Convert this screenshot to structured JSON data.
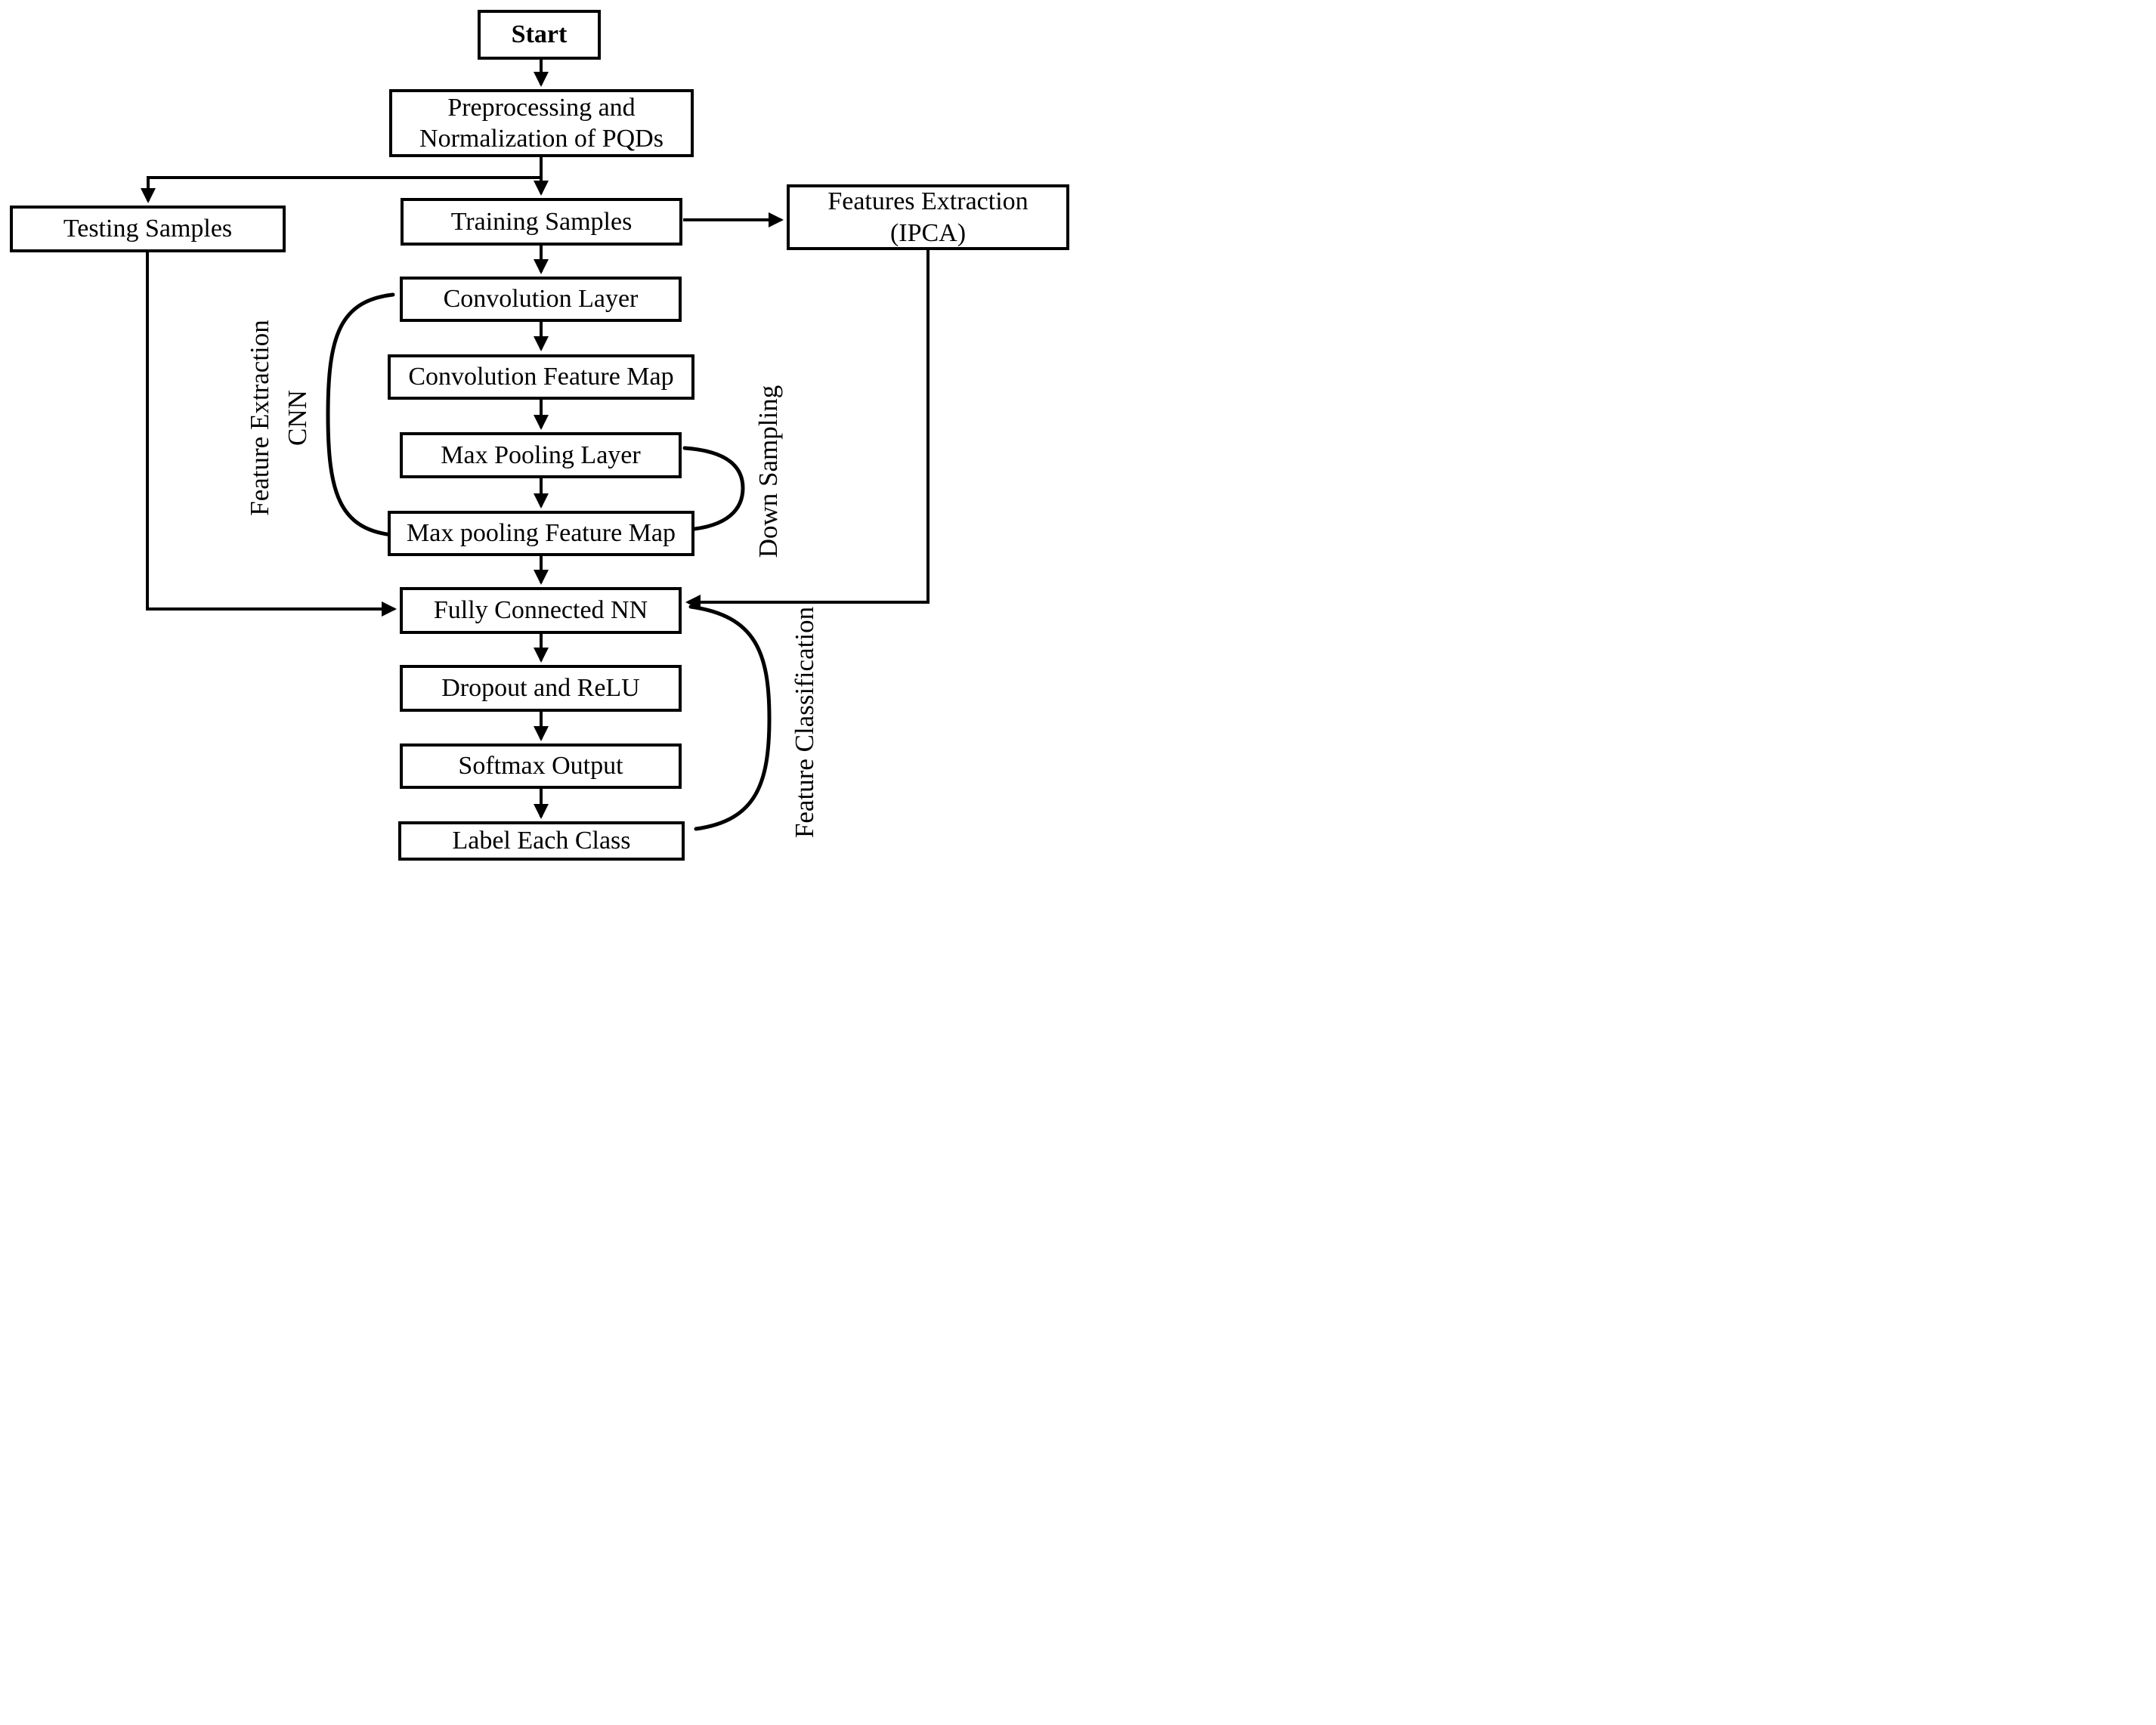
{
  "figure": {
    "background_color": "#ffffff",
    "stroke_color": "#000000",
    "nodes": {
      "start": {
        "label": "Start"
      },
      "preprocessing": {
        "line1": "Preprocessing and",
        "line2": "Normalization of PQDs"
      },
      "testing_samples": {
        "label": "Testing Samples"
      },
      "training_samples": {
        "label": "Training Samples"
      },
      "features_extraction": {
        "line1": "Features Extraction",
        "line2": "(IPCA)"
      },
      "convolution_layer": {
        "label": "Convolution Layer"
      },
      "convolution_feature_map": {
        "label": "Convolution Feature Map"
      },
      "max_pooling_layer": {
        "label": "Max Pooling Layer"
      },
      "max_pooling_feature_map": {
        "label": "Max pooling Feature Map"
      },
      "fully_connected_nn": {
        "label": "Fully Connected NN"
      },
      "dropout_relu": {
        "label": "Dropout and ReLU"
      },
      "softmax_output": {
        "label": "Softmax Output"
      },
      "label_each_class": {
        "label": "Label Each Class"
      }
    },
    "annotations": {
      "feature_extraction_cnn": {
        "line1": "Feature Extraction",
        "line2": "CNN"
      },
      "down_sampling": {
        "label": "Down Sampling"
      },
      "feature_classification": {
        "label": "Feature Classification"
      }
    },
    "edges": [
      {
        "from": "start",
        "to": "preprocessing"
      },
      {
        "from": "preprocessing",
        "to": "training_samples"
      },
      {
        "from": "preprocessing",
        "to": "testing_samples"
      },
      {
        "from": "training_samples",
        "to": "features_extraction"
      },
      {
        "from": "training_samples",
        "to": "convolution_layer"
      },
      {
        "from": "convolution_layer",
        "to": "convolution_feature_map"
      },
      {
        "from": "convolution_feature_map",
        "to": "max_pooling_layer"
      },
      {
        "from": "max_pooling_layer",
        "to": "max_pooling_feature_map"
      },
      {
        "from": "max_pooling_feature_map",
        "to": "fully_connected_nn"
      },
      {
        "from": "testing_samples",
        "to": "fully_connected_nn"
      },
      {
        "from": "features_extraction",
        "to": "fully_connected_nn"
      },
      {
        "from": "fully_connected_nn",
        "to": "dropout_relu"
      },
      {
        "from": "dropout_relu",
        "to": "softmax_output"
      },
      {
        "from": "softmax_output",
        "to": "label_each_class"
      }
    ]
  }
}
